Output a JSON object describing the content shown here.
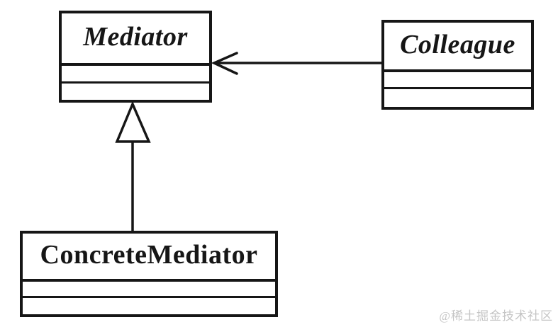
{
  "diagram": {
    "kind": "uml-class-diagram",
    "classes": [
      {
        "name": "Mediator",
        "abstract": true
      },
      {
        "name": "Colleague",
        "abstract": true
      },
      {
        "name": "ConcreteMediator",
        "abstract": false
      }
    ],
    "relationships": [
      {
        "from": "Colleague",
        "to": "Mediator",
        "type": "association",
        "arrowhead": "open-arrow"
      },
      {
        "from": "ConcreteMediator",
        "to": "Mediator",
        "type": "generalization",
        "arrowhead": "hollow-triangle"
      }
    ]
  },
  "watermark": {
    "text": "@稀土掘金技术社区"
  },
  "colors": {
    "line": "#161616",
    "background": "#ffffff",
    "watermark": "#c5c5c5"
  }
}
